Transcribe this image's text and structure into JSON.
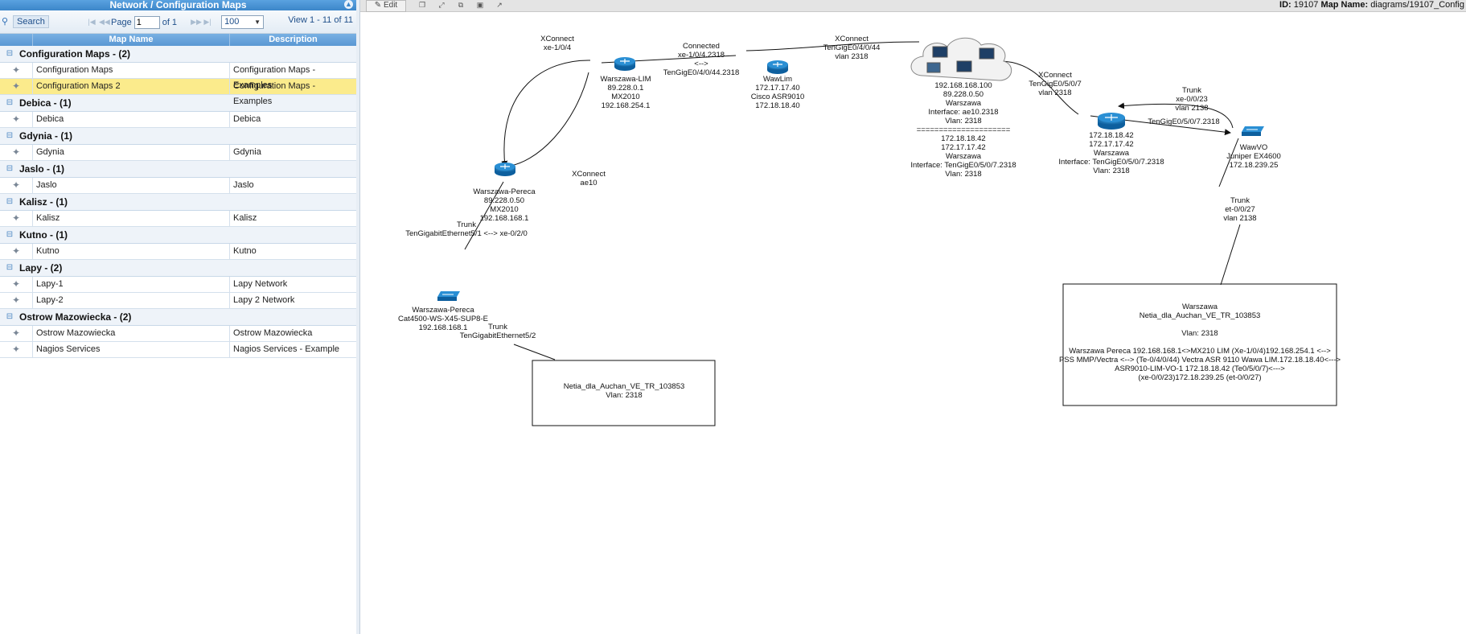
{
  "panel": {
    "title": "Network / Configuration Maps",
    "search_label": "Search",
    "page_label": "Page",
    "page_value": "1",
    "of_label": "of 1",
    "per_page": "100",
    "view_info": "View 1 - 11 of 11",
    "columns": [
      "Map Name",
      "Description"
    ],
    "groups": [
      {
        "label": "Configuration Maps - (2)",
        "rows": [
          {
            "name": "Configuration Maps",
            "desc": "Configuration Maps - Examples"
          },
          {
            "name": "Configuration Maps 2",
            "desc": "Configuration Maps - Examples",
            "selected": true
          }
        ]
      },
      {
        "label": "Debica - (1)",
        "rows": [
          {
            "name": "Debica",
            "desc": "Debica"
          }
        ]
      },
      {
        "label": "Gdynia - (1)",
        "rows": [
          {
            "name": "Gdynia",
            "desc": "Gdynia"
          }
        ]
      },
      {
        "label": "Jaslo - (1)",
        "rows": [
          {
            "name": "Jaslo",
            "desc": "Jaslo"
          }
        ]
      },
      {
        "label": "Kalisz - (1)",
        "rows": [
          {
            "name": "Kalisz",
            "desc": "Kalisz"
          }
        ]
      },
      {
        "label": "Kutno - (1)",
        "rows": [
          {
            "name": "Kutno",
            "desc": "Kutno"
          }
        ]
      },
      {
        "label": "Lapy - (2)",
        "rows": [
          {
            "name": "Lapy-1",
            "desc": "Lapy Network"
          },
          {
            "name": "Lapy-2",
            "desc": "Lapy 2 Network"
          }
        ]
      },
      {
        "label": "Ostrow Mazowiecka - (2)",
        "rows": [
          {
            "name": "Ostrow Mazowiecka",
            "desc": "Ostrow Mazowiecka"
          },
          {
            "name": "Nagios Services",
            "desc": "Nagios Services - Example"
          }
        ]
      }
    ]
  },
  "viewer": {
    "edit_label": "Edit",
    "id_label": "ID:",
    "id_value": "19107",
    "map_name_label": "Map Name:",
    "map_name_value": "diagrams/19107_Config"
  },
  "diagram": {
    "nodes": {
      "lim": [
        "Warszawa-LIM",
        "89.228.0.1",
        "MX2010",
        "192.168.254.1"
      ],
      "wawlim": [
        "WawLim",
        "172.17.17.40",
        "Cisco ASR9010",
        "172.18.18.40"
      ],
      "cloud": [
        "192.168.168.100",
        "89.228.0.50",
        "Warszawa",
        "Interface: ae10.2318",
        "Vlan: 2318",
        "=====================",
        "172.18.18.42",
        "172.17.17.42",
        "Warszawa",
        "Interface: TenGigE0/5/0/7.2318",
        "Vlan: 2318"
      ],
      "r172": [
        "172.18.18.42",
        "172.17.17.42",
        "Warszawa",
        "Interface: TenGigE0/5/0/7.2318",
        "Vlan: 2318"
      ],
      "wawvo": [
        "WawVO",
        "Juniper EX4600",
        "172.18.239.25"
      ],
      "pereca": [
        "Warszawa-Pereca",
        "89.228.0.50",
        "MX2010",
        "192.168.168.1"
      ],
      "cat": [
        "Warszawa-Pereca",
        "Cat4500-WS-X45-SUP8-E",
        "192.168.168.1"
      ]
    },
    "links": {
      "xc_top": [
        "XConnect",
        "xe-1/0/4"
      ],
      "connected": [
        "Connected",
        "xe-1/0/4.2318",
        "<-->",
        "TenGigE0/4/0/44.2318"
      ],
      "xc_mid": [
        "XConnect",
        "TenGigE0/4/0/44",
        "vlan 2318"
      ],
      "xc_right": [
        "XConnect",
        "TenGigE0/5/0/7",
        "vlan 2318"
      ],
      "trunk_top": [
        "Trunk",
        "xe-0/0/23",
        "vlan 2138"
      ],
      "tengig_link": [
        "TenGigE0/5/0/7.2318"
      ],
      "xc_ae10": [
        "XConnect",
        "ae10"
      ],
      "trunk_pereca": [
        "Trunk",
        "TenGigabitEthernet5/1 <--> xe-0/2/0"
      ],
      "trunk_cat": [
        "Trunk",
        "TenGigabitEthernet5/2"
      ],
      "trunk_right": [
        "Trunk",
        "et-0/0/27",
        "vlan 2138"
      ]
    },
    "boxes": {
      "left": [
        "Netia_dla_Auchan_VE_TR_103853",
        "Vlan: 2318"
      ],
      "right": [
        "Warszawa",
        "Netia_dla_Auchan_VE_TR_103853",
        "",
        "Vlan: 2318",
        "",
        "Warszawa Pereca 192.168.168.1<>MX210 LIM (Xe-1/0/4)192.168.254.1 <-->",
        "PSS MMP/Vectra <--> (Te-0/4/0/44) Vectra ASR 9110 Wawa LIM.172.18.18.40<--->",
        "ASR9010-LIM-VO-1 172.18.18.42 (Te0/5/0/7)<--->",
        "(xe-0/0/23)172.18.239.25 (et-0/0/27)"
      ]
    }
  }
}
